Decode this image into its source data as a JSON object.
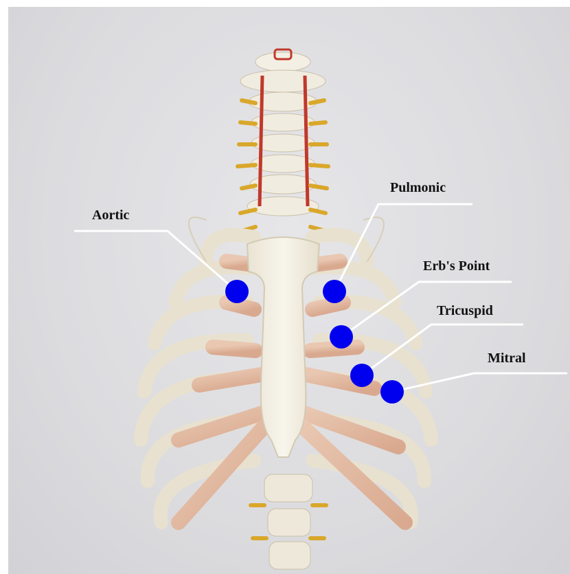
{
  "labels": {
    "aortic": "Aortic",
    "pulmonic": "Pulmonic",
    "erbs_point": "Erb's Point",
    "tricuspid": "Tricuspid",
    "mitral": "Mitral"
  },
  "colors": {
    "marker": "#0000ee",
    "leader_line": "#ffffff",
    "background": "#dedee1"
  }
}
